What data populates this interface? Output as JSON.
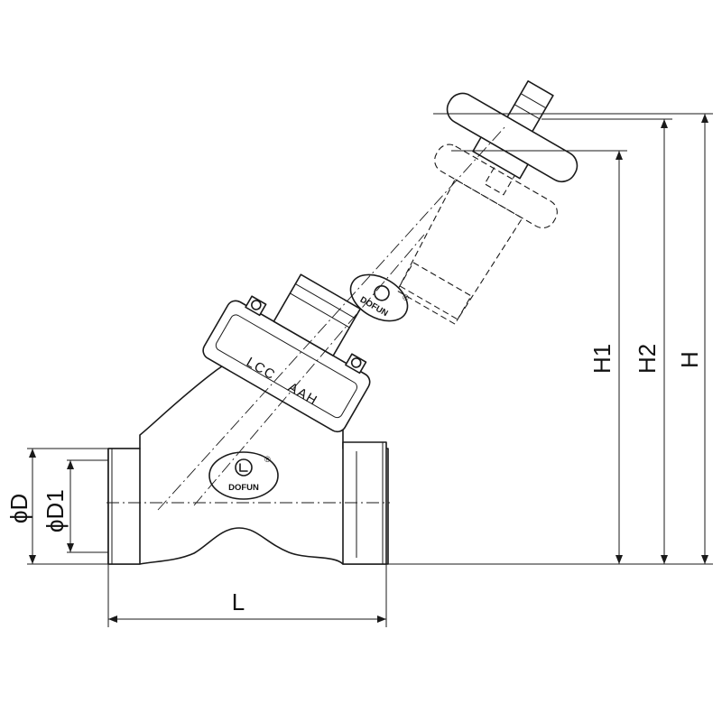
{
  "dimensions": {
    "phi_d": "ϕD",
    "phi_d1": "ϕD1",
    "length": "L",
    "h1": "H1",
    "h2": "H2",
    "h": "H"
  },
  "body": {
    "marking_1": "LCC",
    "marking_2": "AAH"
  },
  "brand": {
    "name": "DOFUN",
    "registered": "®"
  },
  "colors": {
    "line": "#1a1a1a",
    "background": "#ffffff"
  }
}
